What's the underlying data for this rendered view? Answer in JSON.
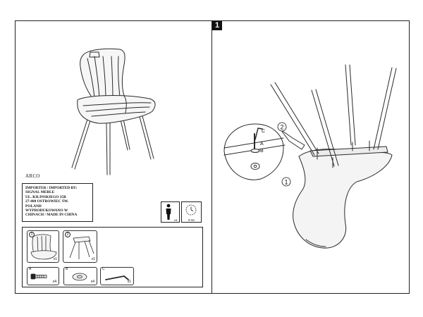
{
  "step_number": "1",
  "product_name": "ARCO",
  "importer_lines": [
    "IMPORTER / IMPORTED BY:",
    "SIGNAL MEBLE",
    "UL. KILINSKIEGO 35B",
    "27-400 OSTROWIEC ŚW.",
    "POLAND",
    "WYPRODUKOWANO W",
    "CHINACH / MADE IN CHINA"
  ],
  "assembly": {
    "people_count": "x1",
    "time": "0:10"
  },
  "parts": [
    {
      "number": "1",
      "qty": "x1",
      "icon": "chair-seat-icon"
    },
    {
      "number": "2",
      "qty": "x1",
      "icon": "chair-legs-icon"
    }
  ],
  "hardware": [
    {
      "letter": "A",
      "qty": "x4",
      "icon": "bolt-icon"
    },
    {
      "letter": "B",
      "qty": "x4",
      "icon": "washer-icon"
    },
    {
      "letter": "C",
      "qty": "x1",
      "icon": "allen-key-icon"
    }
  ],
  "callouts": {
    "seat": "1",
    "legs": "2",
    "bolt": "A",
    "washer": "B",
    "key": "C"
  }
}
